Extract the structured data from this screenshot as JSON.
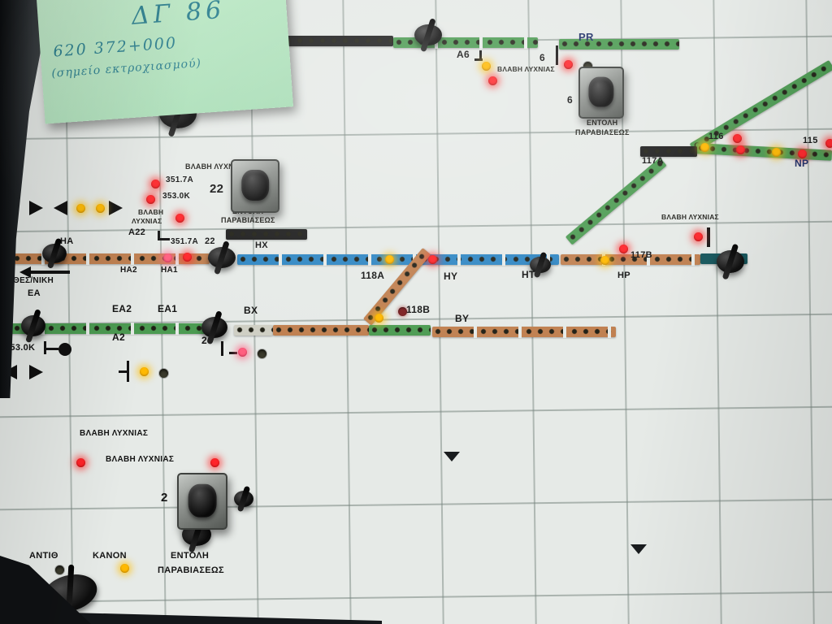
{
  "title": "Railway signalling track-diagram control panel",
  "note": {
    "lines": [
      "ΔΓ 86",
      "620  372+000",
      "(σημείο εκτροχιασμού)"
    ]
  },
  "labels": {
    "vlavi_lychnias": "ΒΛΑΒΗ ΛΥΧΝΙΑΣ",
    "vlavi": "ΒΛΑΒΗ",
    "lychnias": "ΛΥΧΝΙΑΣ",
    "entoli": "ΕΝΤΟΛΗ",
    "paraviaseos": "ΠΑΡΑΒΙΑΣΕΩΣ",
    "a6": "Α6",
    "pr": "PR",
    "six": "6",
    "s117a": "117Α",
    "s117b": "117Β",
    "s116": "116",
    "s115": "115",
    "np": "NP",
    "s118a": "118Α",
    "s118b": "118Β",
    "s3517a": "351.7Α",
    "s3530k": "353.0Κ",
    "a22": "Α22",
    "s22": "22",
    "ha": "ΗΑ",
    "ha2": "ΗΑ2",
    "ha1": "ΗΑ1",
    "hx": "ΗΧ",
    "hy": "ΗΥ",
    "ht": "ΗΤ",
    "hp": "ΗΡ",
    "thessaloniki": "ΘΕΣ/ΝΙΚΗ",
    "ea": "ΕΑ",
    "ea2": "ΕΑ2",
    "ea1": "ΕΑ1",
    "a2": "Α2",
    "bx": "ΒΧ",
    "by": "ΒΥ",
    "two": "2",
    "antith": "ΑΝΤΙΘ",
    "kanon": "ΚΑΝΟΝ"
  },
  "colors": {
    "panel": "#e6eae7",
    "seam": "#78868a",
    "track_green": "#4c9b52",
    "track_blue": "#2e86c3",
    "track_orange": "#c08050",
    "track_black": "#1c1c1c",
    "track_teal": "#15565c",
    "lamp_off": "#3a3a2c",
    "lamp_red": "#ff2429",
    "lamp_yellow": "#ffb900",
    "lamp_pink": "#ff5f80",
    "note_paper": "#b9e7c5",
    "note_ink": "#2b7f8e"
  }
}
